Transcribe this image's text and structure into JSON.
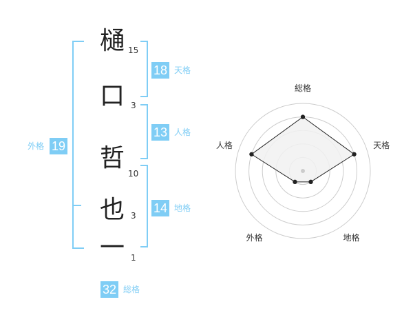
{
  "name": {
    "characters": [
      {
        "char": "樋",
        "strokes": "15"
      },
      {
        "char": "口",
        "strokes": "3"
      },
      {
        "char": "哲",
        "strokes": "10"
      },
      {
        "char": "也",
        "strokes": "3"
      },
      {
        "char": "一",
        "strokes": "1"
      }
    ]
  },
  "fortunes": {
    "tenkaku": {
      "label": "天格",
      "value": "18"
    },
    "jinkaku": {
      "label": "人格",
      "value": "13"
    },
    "chikaku": {
      "label": "地格",
      "value": "14"
    },
    "gaikaku": {
      "label": "外格",
      "value": "19"
    },
    "soukaku": {
      "label": "総格",
      "value": "32"
    }
  },
  "colors": {
    "accent": "#7fcdf5",
    "text": "#222222",
    "radar_fill": "#f1f1f1",
    "radar_ring": "#cccccc",
    "radar_line": "#222222"
  },
  "chart_data": {
    "type": "radar",
    "axes": [
      "総格",
      "天格",
      "地格",
      "外格",
      "人格"
    ],
    "max": 5,
    "rings": 5,
    "values": [
      4,
      4,
      1,
      1,
      4
    ]
  }
}
